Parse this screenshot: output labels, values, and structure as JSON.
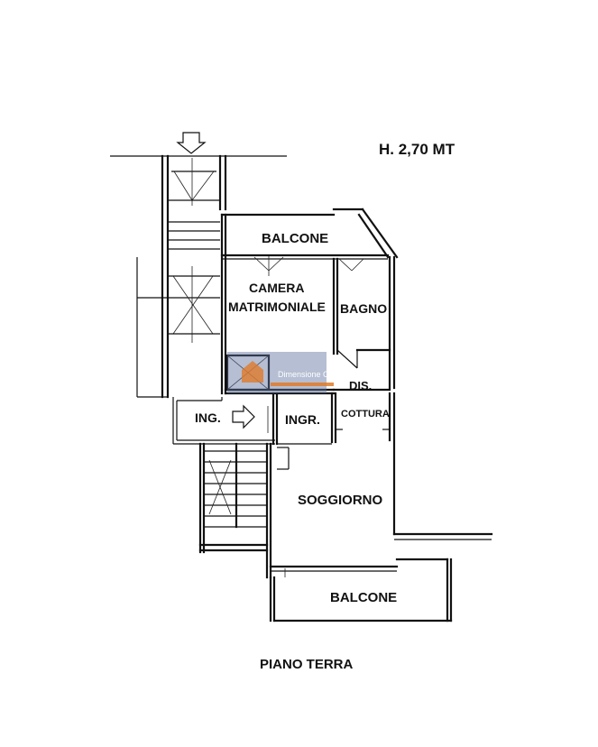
{
  "height_note": "H. 2,70 MT",
  "floor_label": "PIANO TERRA",
  "watermark": {
    "text": "Dimensione Casa",
    "colors": {
      "box": "#5a6e9c",
      "accent": "#e07b2a"
    }
  },
  "rooms": {
    "balcone_top": "BALCONE",
    "camera_line1": "CAMERA",
    "camera_line2": "MATRIMONIALE",
    "bagno": "BAGNO",
    "dis": "DIS.",
    "ingr": "INGR.",
    "cottura": "COTTURA",
    "soggiorno": "SOGGIORNO",
    "balcone_bottom": "BALCONE"
  },
  "entrance_label": "ING.",
  "icons": {
    "top_arrow": "arrow-down-icon",
    "entrance_arrow": "arrow-right-icon"
  },
  "colors": {
    "line": "#111111",
    "background": "#ffffff"
  }
}
